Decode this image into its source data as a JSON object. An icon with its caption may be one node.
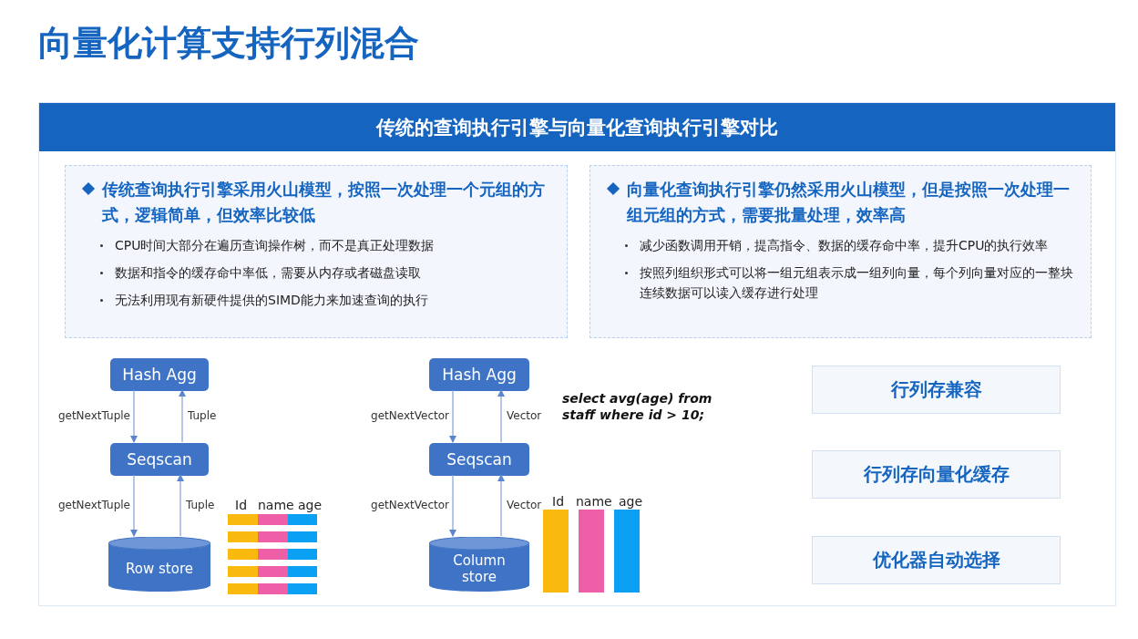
{
  "diagram": {
    "title": "向量化计算支持行列混合",
    "nodes": [
      {
        "text": [
          "传统的查询执行引擎与向量化查询执行引擎对比"
        ]
      },
      {
        "text": [
          "传统查询执行引擎采用火山模型，按照一次处理一个元组的方式，逻辑简单，但效率比较低",
          "CPU时间大部分在遍历查询操作树，而不是真正处理数据",
          "数据和指令的缓存命中率低，需要从内存或者磁盘读取",
          "无法利用现有新硬件提供的SIMD能力来加速查询的执行"
        ],
        "in": 0
      },
      {
        "text": [
          "向量化查询执行引擎仍然采用火山模型，但是按照一次处理一组元组的方式，需要批量处理，效率高",
          "减少函数调用开销，提高指令、数据的缓存命中率，提升CPU的执行效率",
          "按照列组织形式可以将一组元组表示成一组列向量，每个列向量对应的一整块连续数据可以读入缓存进行处理"
        ],
        "in": 0
      },
      {
        "text": [
          "Hash Agg"
        ],
        "in": 0
      },
      {
        "text": [
          "Seqscan"
        ],
        "in": 0
      },
      {
        "text": [
          "Row store"
        ],
        "in": 0
      },
      {
        "text": [
          "Hash Agg"
        ],
        "in": 0
      },
      {
        "text": [
          "Seqscan"
        ],
        "in": 0
      },
      {
        "text": [
          "Column store"
        ],
        "in": 0
      },
      {
        "text": [
          "行列存兼容"
        ],
        "in": 0
      },
      {
        "text": [
          "行列存向量化缓存"
        ],
        "in": 0
      },
      {
        "text": [
          "优化器自动选择"
        ],
        "in": 0
      }
    ],
    "edges": [
      {
        "from": 3,
        "to": 4,
        "arrow": "to",
        "label": "getNextTuple"
      },
      {
        "from": 4,
        "to": 3,
        "arrow": "to",
        "label": "Tuple"
      },
      {
        "from": 4,
        "to": 5,
        "arrow": "to",
        "label": "getNextTuple"
      },
      {
        "from": 5,
        "to": 4,
        "arrow": "to",
        "label": "Tuple"
      },
      {
        "from": 6,
        "to": 7,
        "arrow": "to",
        "label": "getNextVector"
      },
      {
        "from": 7,
        "to": 6,
        "arrow": "to",
        "label": "Vector"
      },
      {
        "from": 7,
        "to": 8,
        "arrow": "to",
        "label": "getNextVector"
      },
      {
        "from": 8,
        "to": 7,
        "arrow": "to",
        "label": "Vector"
      }
    ],
    "labels": [
      "select avg(age) from staff where id > 10;",
      "Id",
      "name",
      "age",
      "Id",
      "name",
      "age"
    ]
  }
}
